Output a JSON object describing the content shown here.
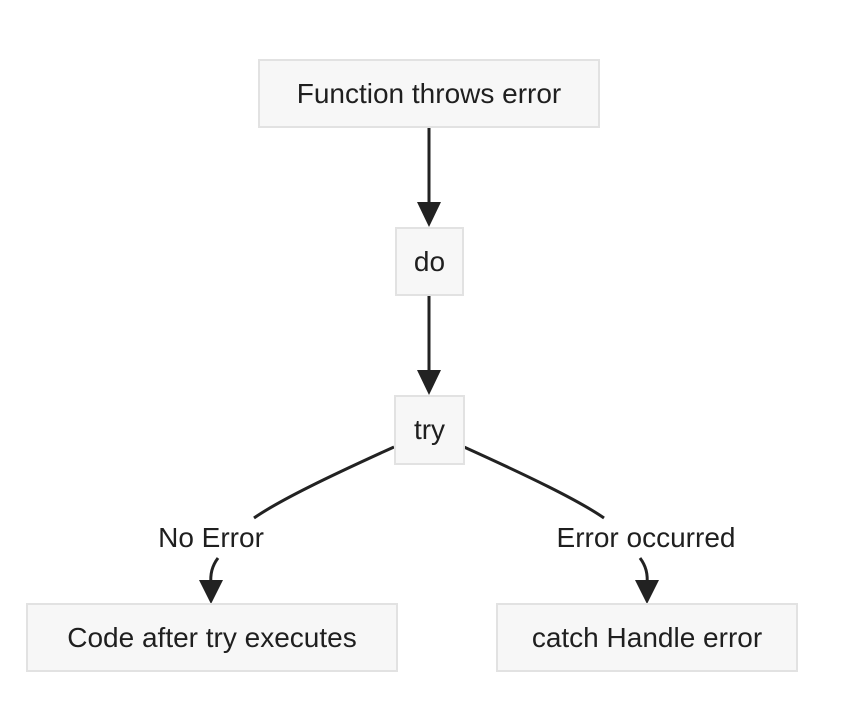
{
  "nodes": {
    "start": "Function throws error",
    "do": "do",
    "try": "try",
    "no_error_target": "Code after try executes",
    "error_target": "catch Handle error"
  },
  "edges": {
    "no_error_label": "No Error",
    "error_label": "Error occurred"
  },
  "colors": {
    "node_fill": "#f7f7f7",
    "node_border": "#e2e2e2",
    "edge": "#222222",
    "text": "#1f1f1f"
  }
}
